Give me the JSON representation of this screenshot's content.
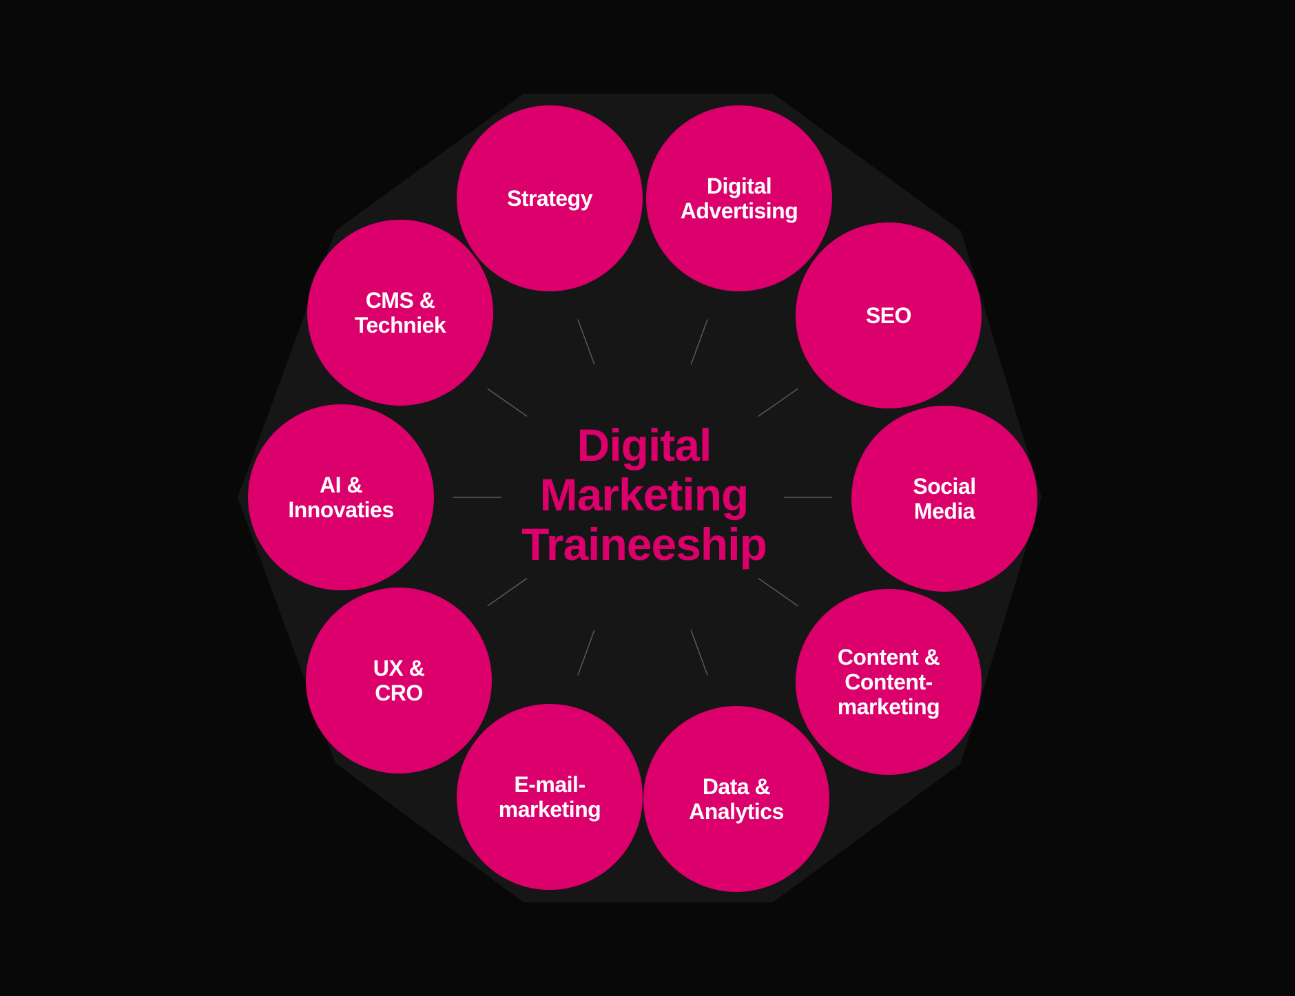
{
  "colors": {
    "background": "#080808",
    "octagon": "#161616",
    "node_fill": "#DB006B",
    "node_text": "#FFFFFF",
    "title_color": "#DB006B",
    "connector": "#5A5A5A"
  },
  "center": {
    "title_lines": [
      "Digital",
      "Marketing",
      "Traineeship"
    ]
  },
  "nodes": [
    {
      "id": "strategy",
      "lines": [
        "Strategy"
      ]
    },
    {
      "id": "digital-advertising",
      "lines": [
        "Digital",
        "Advertising"
      ]
    },
    {
      "id": "seo",
      "lines": [
        "SEO"
      ]
    },
    {
      "id": "social-media",
      "lines": [
        "Social",
        "Media"
      ]
    },
    {
      "id": "content-marketing",
      "lines": [
        "Content &",
        "Content-",
        "marketing"
      ]
    },
    {
      "id": "data-analytics",
      "lines": [
        "Data &",
        "Analytics"
      ]
    },
    {
      "id": "email-marketing",
      "lines": [
        "E-mail-",
        "marketing"
      ]
    },
    {
      "id": "ux-cro",
      "lines": [
        "UX &",
        "CRO"
      ]
    },
    {
      "id": "ai-innovaties",
      "lines": [
        "AI &",
        "Innovaties"
      ]
    },
    {
      "id": "cms-techniek",
      "lines": [
        "CMS &",
        "Techniek"
      ]
    }
  ]
}
